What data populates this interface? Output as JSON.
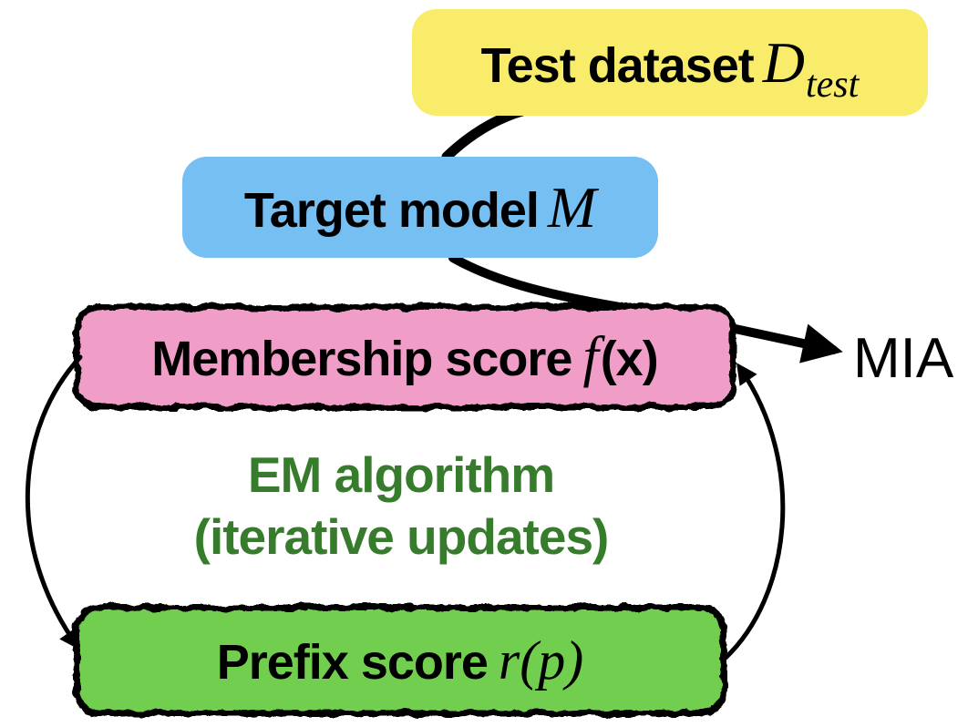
{
  "colors": {
    "yellow": "#F8EC6A",
    "blue": "#76BFF2",
    "pink": "#F09EC8",
    "green": "#72CE50",
    "em_green": "#377C2C",
    "ink": "#000000"
  },
  "nodes": {
    "test_dataset": {
      "label": "Test dataset",
      "symbol": "D",
      "subscript": "test"
    },
    "target_model": {
      "label": "Target model",
      "symbol": "M"
    },
    "membership_score": {
      "label": "Membership score",
      "symbol": "f",
      "args": "(x)"
    },
    "em_algorithm": {
      "line1": "EM algorithm",
      "line2": "(iterative updates)"
    },
    "prefix_score": {
      "label": "Prefix score",
      "symbol": "r",
      "args": "(p)"
    },
    "mia": {
      "label": "MIA"
    }
  },
  "edges": [
    {
      "from": "test_dataset",
      "to": "target_model"
    },
    {
      "from": "target_model",
      "to": "mia"
    },
    {
      "from": "membership_score",
      "to": "prefix_score"
    },
    {
      "from": "prefix_score",
      "to": "membership_score"
    }
  ]
}
